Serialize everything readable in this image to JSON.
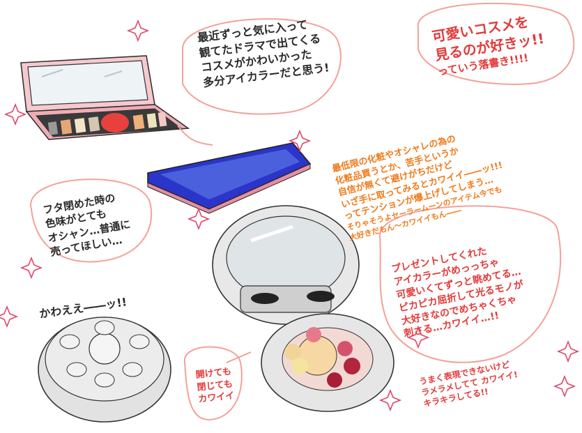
{
  "colors": {
    "red_text": "#e33a3a",
    "orange_text": "#f07a1a",
    "palette_case": "#e9a2a8",
    "blue_case": "#2b35c9",
    "sparkle": "#e0466a"
  },
  "bubbles": {
    "top_center": {
      "lines": [
        "最近ずっと気に入って",
        "観てたドラマで出てくる",
        "コスメがかわいかった",
        "多分アイカラーだと思う!"
      ]
    },
    "top_right": {
      "lines": [
        "可愛いコスメを",
        "見るのが好きッ!!",
        "っていう落書き!!!!"
      ]
    },
    "middle_orange": {
      "lines": [
        "最低限の化粧やオシャレの為の",
        "化粧品買うとか、苦手というか",
        "自信が無くて避けがちだけど",
        "いざ手に取ってみるとカワイイ――ッ!!!",
        "ってテンションが爆上げしてしまう…",
        "そりゃそうよセーラームーンのアイテム今でも",
        "大好きだもん～カワイイもん――"
      ]
    },
    "left_mid": {
      "lines": [
        "フタ閉めた時の",
        "色味がとても",
        "オシャン…普通に",
        "売ってほしい…"
      ]
    },
    "right_bottom": {
      "lines": [
        "プレゼントしてくれた",
        "アイカラーがめっっちゃ",
        "可愛いくてずっと眺めてる…",
        "ピカピカ屈折して光るモノが",
        "大好きなのでめちゃくちゃ",
        "刺さる…カワイイ…!!"
      ]
    },
    "bottom_left_shout": {
      "lines": [
        "かわええ――ッ!!"
      ]
    },
    "bottom_small": {
      "lines": [
        "開けても",
        "閉じても",
        "カワイイ"
      ]
    },
    "bottom_right_small": {
      "lines": [
        "うまく表現できないけど",
        "ラメラメしてて カワイイ!",
        "キラキラしてる!!"
      ]
    }
  }
}
